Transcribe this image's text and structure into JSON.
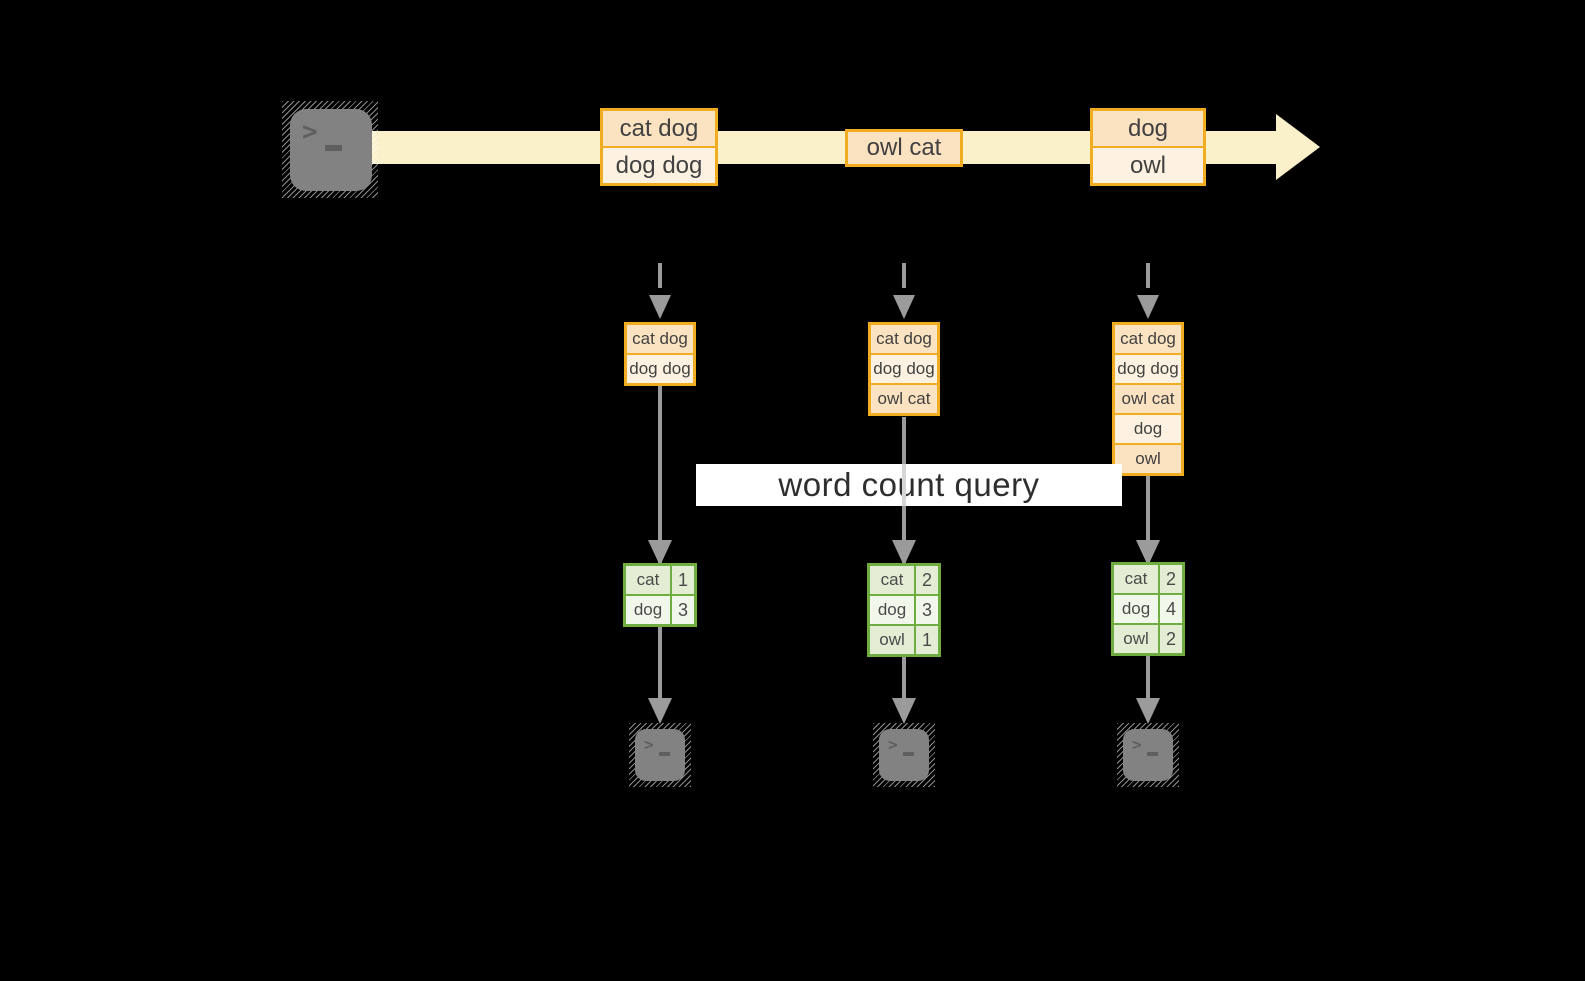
{
  "diagram": {
    "query_label": "word count query",
    "prompt_char": ">",
    "stream_events": [
      {
        "lines": [
          "cat dog",
          "dog dog"
        ]
      },
      {
        "lines": [
          "owl cat"
        ]
      },
      {
        "lines": [
          "dog",
          "owl"
        ]
      }
    ],
    "columns": [
      {
        "buffer": [
          "cat dog",
          "dog dog"
        ],
        "counts": [
          {
            "word": "cat",
            "count": "1"
          },
          {
            "word": "dog",
            "count": "3"
          }
        ]
      },
      {
        "buffer": [
          "cat dog",
          "dog dog",
          "owl cat"
        ],
        "counts": [
          {
            "word": "cat",
            "count": "2"
          },
          {
            "word": "dog",
            "count": "3"
          },
          {
            "word": "owl",
            "count": "1"
          }
        ]
      },
      {
        "buffer": [
          "cat dog",
          "dog dog",
          "owl cat",
          "dog",
          "owl"
        ],
        "counts": [
          {
            "word": "cat",
            "count": "2"
          },
          {
            "word": "dog",
            "count": "4"
          },
          {
            "word": "owl",
            "count": "2"
          }
        ]
      }
    ],
    "colors": {
      "background": "#000000",
      "stream_fill": "#FAF1CB",
      "box_border_orange": "#F0AD21",
      "box_fill_peach": "#FBE2C1",
      "box_fill_cream": "#FDF2E1",
      "table_border_green": "#6FAD40",
      "table_fill_green": "#E3EDD4",
      "table_fill_green_light": "#F2F7EC",
      "arrow_gray": "#9B9B9B",
      "terminal_gray": "#828282",
      "label_bg": "#FFFFFF"
    }
  }
}
